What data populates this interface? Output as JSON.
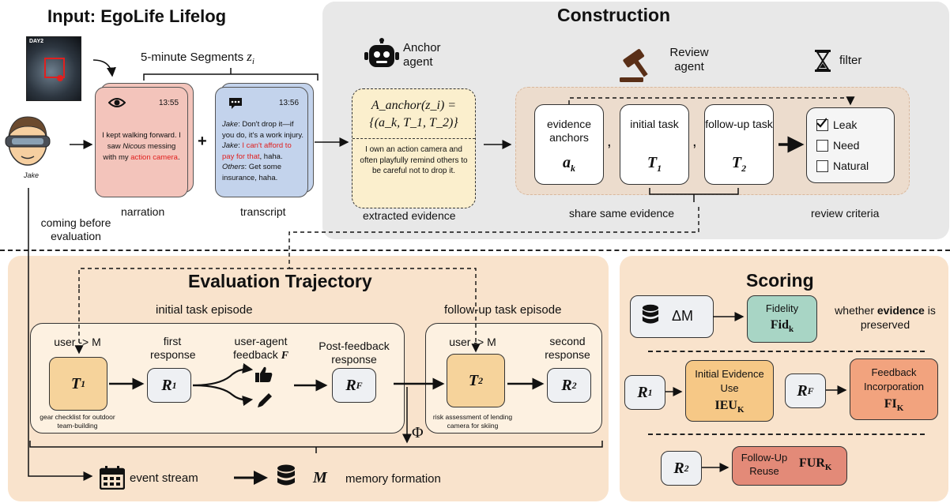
{
  "input": {
    "title": "Input: EgoLife Lifelog",
    "frame_label_top": "DAY2",
    "segments_label": "5-minute Segments",
    "segments_var": "z",
    "segments_sub": "i",
    "person_label": "Jake",
    "coming_before": "coming before evaluation"
  },
  "narration": {
    "time": "13:55",
    "text_part1": "I kept walking forward. I saw ",
    "text_name": "Nicous",
    "text_part2": " messing with my ",
    "text_red": "action camera",
    "text_end": ".",
    "label": "narration"
  },
  "transcript": {
    "time": "13:56",
    "line1_speaker": "Jake",
    "line1_text": ": Don't drop it—if you do, it's a work injury.",
    "line2_speaker": "Jake",
    "line2_colon": ": ",
    "line2_red": "I can't afford to pay for that",
    "line2_end": ", haha.",
    "line3_speaker": "Others",
    "line3_text": ": Get some insurance, haha.",
    "label": "transcript"
  },
  "construction": {
    "title": "Construction",
    "anchor_agent": "Anchor agent",
    "review_agent": "Review agent",
    "filter": "filter",
    "anchor_formula_line1": "A_anchor(z_i) =",
    "anchor_formula_line2": "{(a_k, T_1, T_2)}",
    "anchor_evidence": "I own an action camera and often playfully remind others to be careful not to drop it.",
    "extracted_label": "extracted evidence",
    "evidence_anchors": "evidence anchors",
    "evidence_var": "a",
    "evidence_sub": "k",
    "initial_task": "initial task",
    "initial_var": "T",
    "initial_sub": "1",
    "followup_task": "follow-up task",
    "followup_var": "T",
    "followup_sub": "2",
    "share_label": "share same evidence",
    "criteria": [
      "Leak",
      "Need",
      "Natural"
    ],
    "criteria_checked": [
      true,
      false,
      false
    ],
    "review_label": "review criteria"
  },
  "trajectory": {
    "title": "Evaluation Trajectory",
    "initial_episode": "initial task episode",
    "followup_episode": "follow-up task episode",
    "user_m_1": "user -> M",
    "first_response": "first response",
    "user_agent_feedback": "user-agent feedback",
    "feedback_var": "F",
    "post_feedback": "Post-feedback response",
    "t1_caption": "gear checklist for outdoor team-building",
    "user_m_2": "user -> M",
    "second_response": "second response",
    "t2_caption": "risk assessment of lending camera for skiing",
    "phi": "Φ",
    "event_stream": "event stream",
    "memory_var": "M",
    "memory_formation": "memory formation"
  },
  "scoring": {
    "title": "Scoring",
    "delta_m": "ΔM",
    "fidelity": "Fidelity",
    "fidelity_abbr": "Fid",
    "fidelity_sub": "k",
    "whether_pre": "whether ",
    "whether_bold": "evidence",
    "whether_post": " is preserved",
    "r1": "R",
    "r1_sub": "1",
    "ieu_label": "Initial Evidence Use",
    "ieu_abbr": "IEU",
    "ieu_sub": "K",
    "rf": "R",
    "rf_sub": "F",
    "fi_label": "Feedback Incorporation",
    "fi_abbr": "FI",
    "fi_sub": "K",
    "r2": "R",
    "r2_sub": "2",
    "fur_label": "Follow-Up Reuse",
    "fur_abbr": "FUR",
    "fur_sub": "K"
  },
  "colors": {
    "construction_bg": "#e8e8e8",
    "trajectory_bg": "#f9e3cc",
    "narration_bg": "#f3c4bb",
    "transcript_bg": "#c3d3ec",
    "anchor_bg": "#fbefcd",
    "task_orange": "#f6d39b",
    "fidelity_green": "#a8d5c5",
    "ieu_orange": "#f6c886",
    "fi_orange": "#f2a37e",
    "fur_red": "#e38a78",
    "accent_red": "#e0201f"
  }
}
